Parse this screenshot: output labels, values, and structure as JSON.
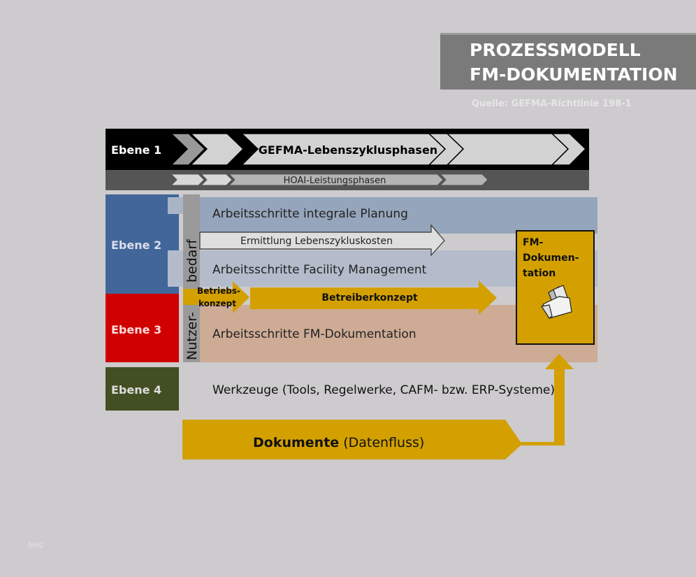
{
  "title": {
    "line1": "PROZESSMODELL",
    "line2": "FM-DOKUMENTATION",
    "source": "Quelle: GEFMA-Richtlinie 198-1"
  },
  "levels": {
    "ebene1": "Ebene 1",
    "ebene2": "Ebene 2",
    "ebene3": "Ebene 3",
    "ebene4": "Ebene 4"
  },
  "row1": {
    "gefma": "GEFMA-Lebenszyklusphasen",
    "hoai": "HOAI-Leistungsphasen"
  },
  "side": {
    "bedarf": "bedarf",
    "nutzer": "Nutzer-"
  },
  "bands": {
    "planung": "Arbeitsschritte integrale Planung",
    "lzk": "Ermittlung Lebenszykluskosten",
    "fm": "Arbeitsschritte Facility Management",
    "betriebs1": "Betriebs-",
    "betriebs2": "konzept",
    "betreiber": "Betreiberkonzept",
    "fmdoku": "Arbeitsschritte FM-Dokumentation",
    "werkzeuge": "Werkzeuge (Tools, Regelwerke, CAFM- bzw. ERP-Systeme)"
  },
  "fmbox": {
    "line1": "FM-",
    "line2": "Dokumen-",
    "line3": "tation",
    "icon": "folder-documents-icon"
  },
  "flow": {
    "bold": "Dokumente",
    "normal": " (Datenfluss)"
  },
  "watermark": "blog",
  "colors": {
    "gold": "#d3a000",
    "blue": "#41679a",
    "red": "#d00000",
    "green": "#424f22"
  }
}
